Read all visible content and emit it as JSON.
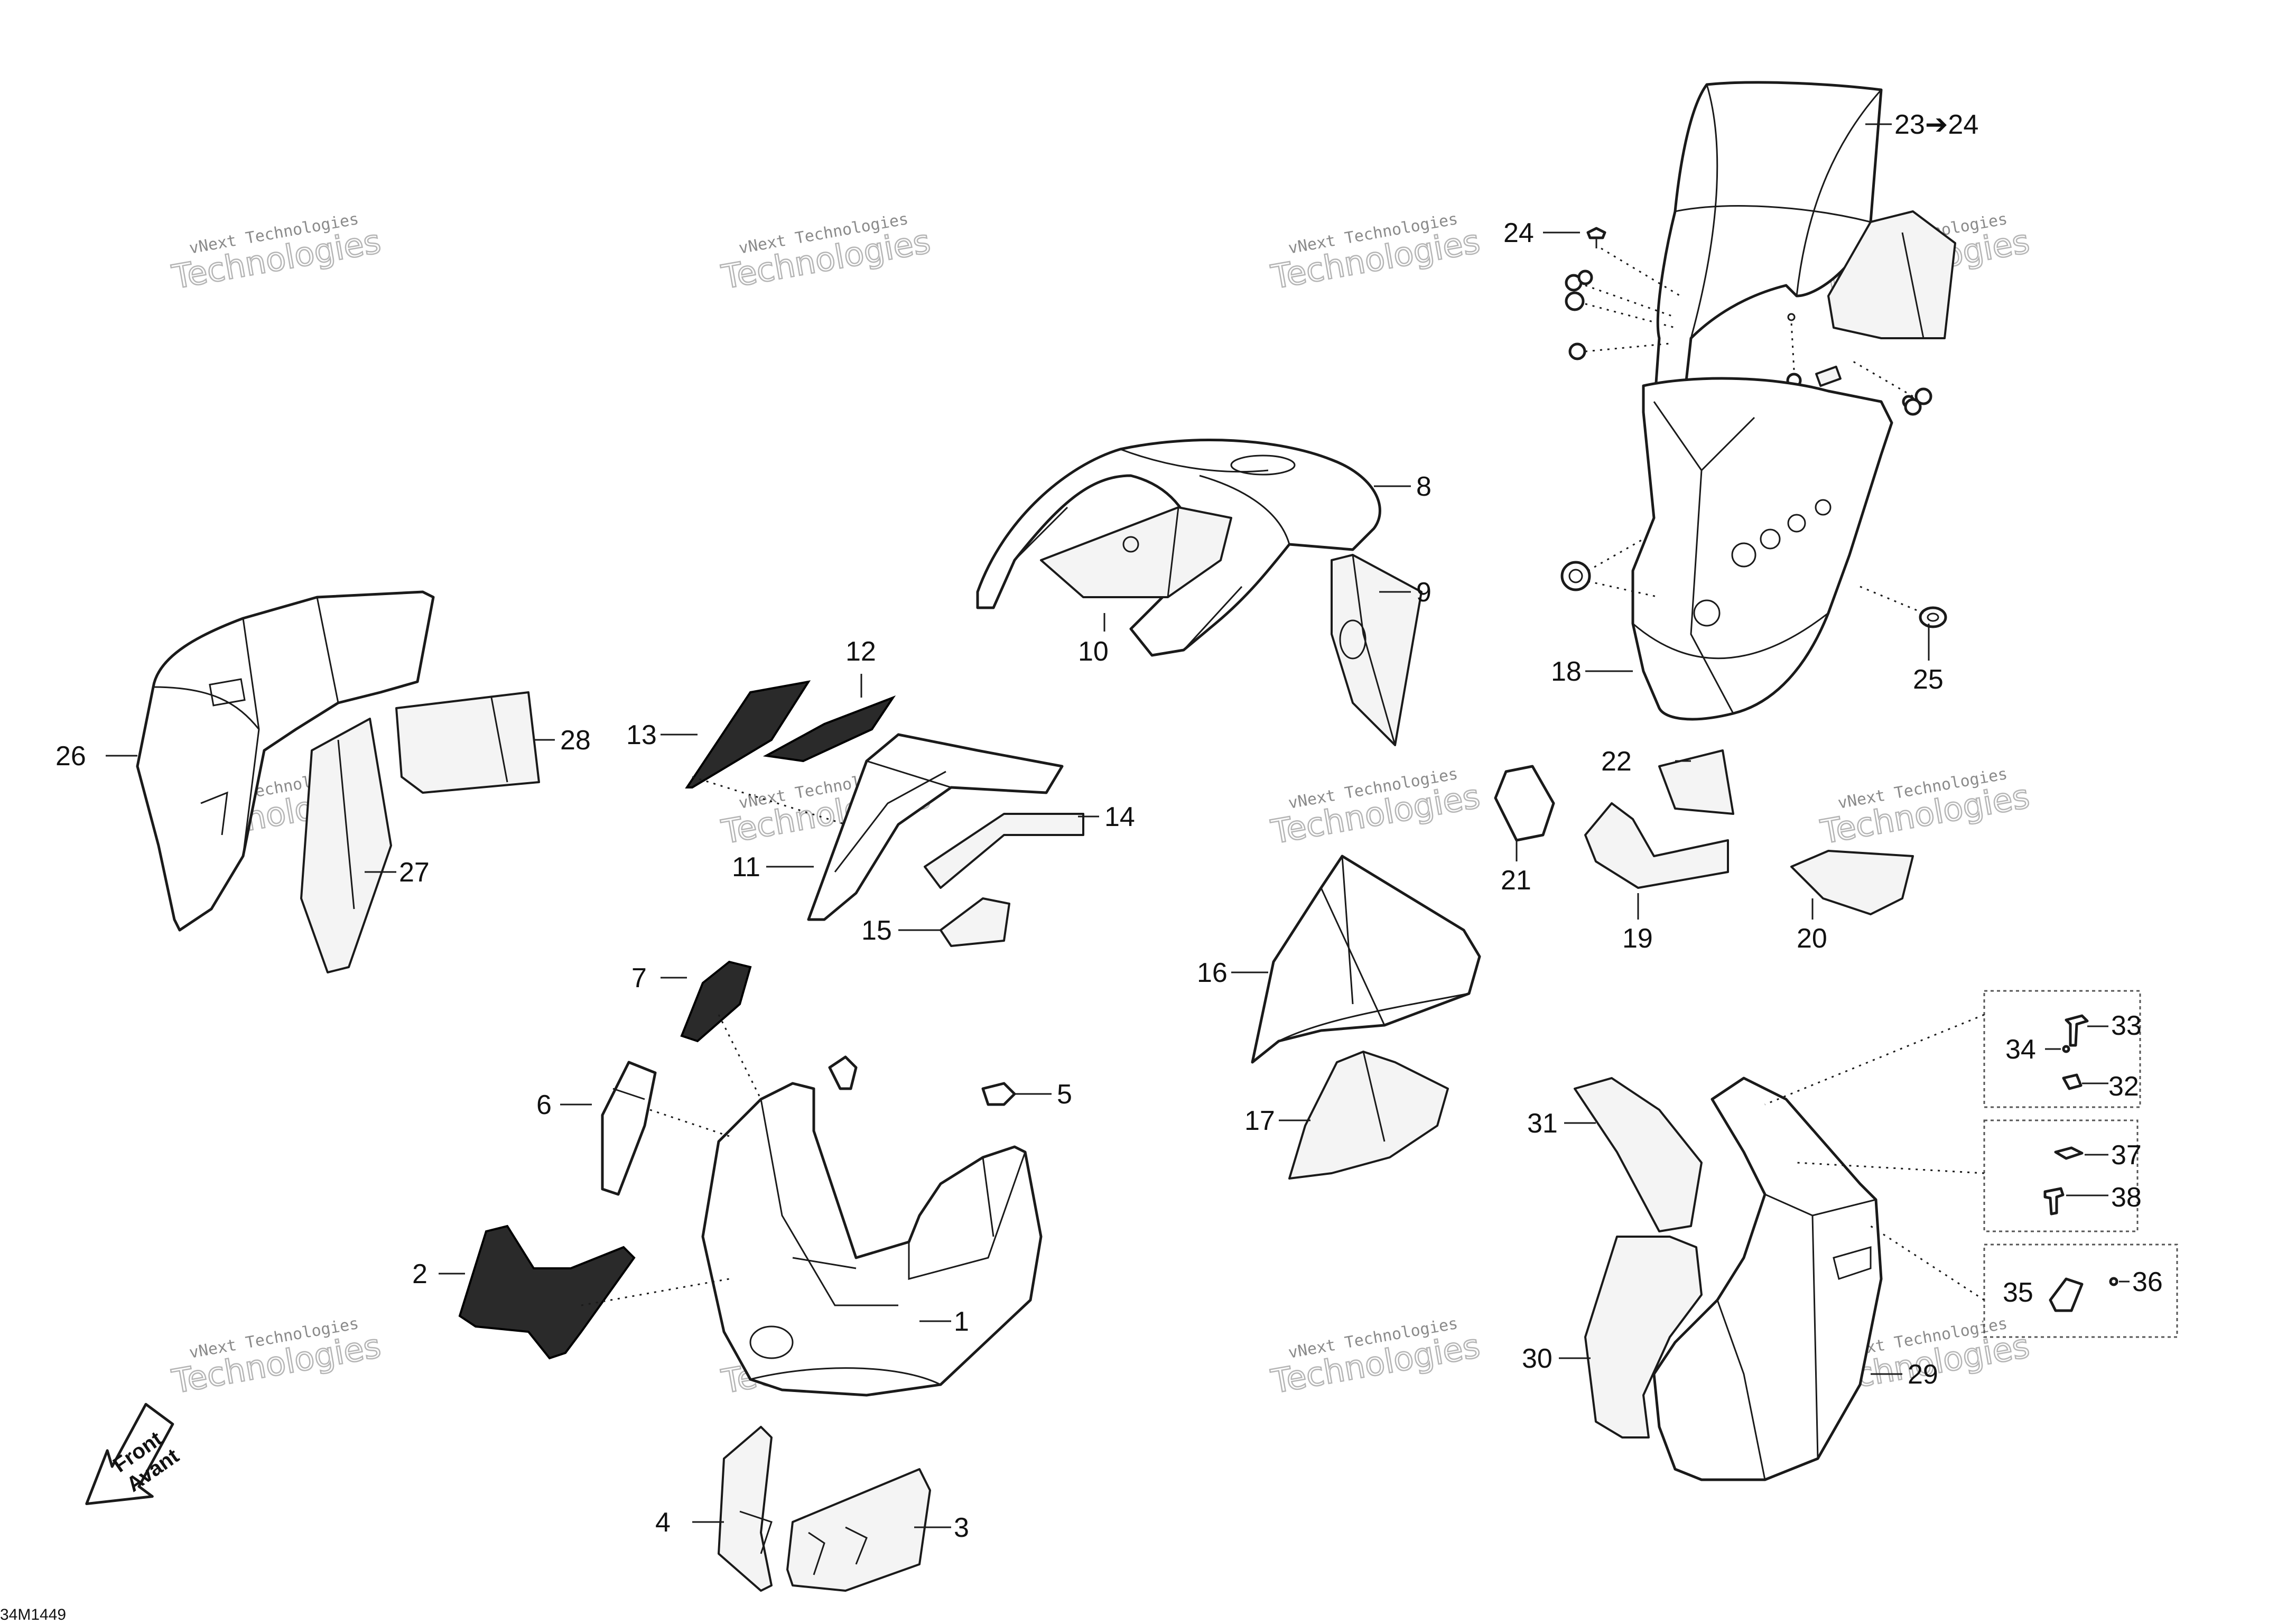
{
  "callouts": [
    "1",
    "2",
    "3",
    "4",
    "5",
    "6",
    "7",
    "8",
    "9",
    "10",
    "11",
    "12",
    "13",
    "14",
    "15",
    "16",
    "17",
    "18",
    "19",
    "20",
    "21",
    "22",
    "23➔24",
    "24",
    "25",
    "26",
    "27",
    "28",
    "29",
    "30",
    "31",
    "32",
    "33",
    "34",
    "35",
    "36",
    "37",
    "38"
  ],
  "watermark": {
    "line1": "vNext Technologies",
    "line2": "Technologies"
  },
  "direction_arrow": {
    "line1": "Front",
    "line2": "Avant"
  },
  "drawing_ref": "34M1449"
}
